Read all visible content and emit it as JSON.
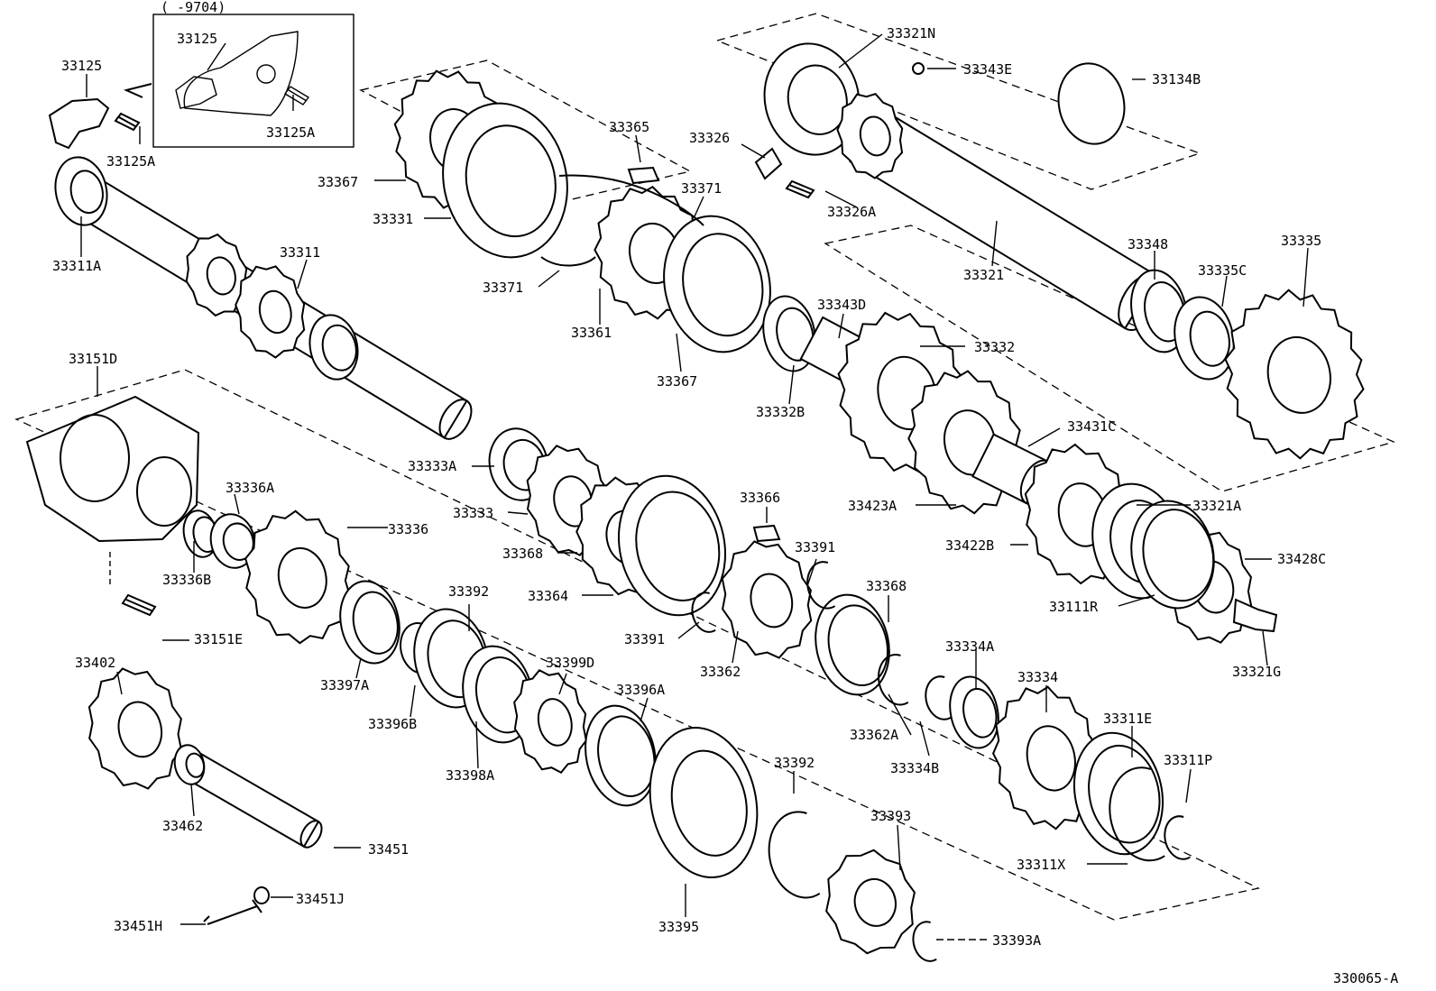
{
  "header_note": "(     -9704)",
  "figure_code": "330065-A",
  "labels": [
    {
      "id": "p33125a",
      "text": "33125"
    },
    {
      "id": "p33125b",
      "text": "33125"
    },
    {
      "id": "p33125A_inset",
      "text": "33125A"
    },
    {
      "id": "p33125A",
      "text": "33125A"
    },
    {
      "id": "p33311A",
      "text": "33311A"
    },
    {
      "id": "p33311",
      "text": "33311"
    },
    {
      "id": "p33367a",
      "text": "33367"
    },
    {
      "id": "p33331",
      "text": "33331"
    },
    {
      "id": "p33365",
      "text": "33365"
    },
    {
      "id": "p33371a",
      "text": "33371"
    },
    {
      "id": "p33371b",
      "text": "33371"
    },
    {
      "id": "p33361",
      "text": "33361"
    },
    {
      "id": "p33367b",
      "text": "33367"
    },
    {
      "id": "p33326",
      "text": "33326"
    },
    {
      "id": "p33326A",
      "text": "33326A"
    },
    {
      "id": "p33321N",
      "text": "33321N"
    },
    {
      "id": "p33343E",
      "text": "33343E"
    },
    {
      "id": "p33134B",
      "text": "33134B"
    },
    {
      "id": "p33321",
      "text": "33321"
    },
    {
      "id": "p33348",
      "text": "33348"
    },
    {
      "id": "p33335C",
      "text": "33335C"
    },
    {
      "id": "p33335",
      "text": "33335"
    },
    {
      "id": "p33343D",
      "text": "33343D"
    },
    {
      "id": "p33332",
      "text": "33332"
    },
    {
      "id": "p33332B",
      "text": "33332B"
    },
    {
      "id": "p33431C",
      "text": "33431C"
    },
    {
      "id": "p33423A",
      "text": "33423A"
    },
    {
      "id": "p33321A",
      "text": "33321A"
    },
    {
      "id": "p33422B",
      "text": "33422B"
    },
    {
      "id": "p33428C",
      "text": "33428C"
    },
    {
      "id": "p33111R",
      "text": "33111R"
    },
    {
      "id": "p33321G",
      "text": "33321G"
    },
    {
      "id": "p33151D",
      "text": "33151D"
    },
    {
      "id": "p33333A",
      "text": "33333A"
    },
    {
      "id": "p33333",
      "text": "33333"
    },
    {
      "id": "p33368a",
      "text": "33368"
    },
    {
      "id": "p33364",
      "text": "33364"
    },
    {
      "id": "p33366",
      "text": "33366"
    },
    {
      "id": "p33391a",
      "text": "33391"
    },
    {
      "id": "p33391b",
      "text": "33391"
    },
    {
      "id": "p33362",
      "text": "33362"
    },
    {
      "id": "p33368b",
      "text": "33368"
    },
    {
      "id": "p33362A",
      "text": "33362A"
    },
    {
      "id": "p33336A",
      "text": "33336A"
    },
    {
      "id": "p33336",
      "text": "33336"
    },
    {
      "id": "p33336B",
      "text": "33336B"
    },
    {
      "id": "p33151E",
      "text": "33151E"
    },
    {
      "id": "p33392a",
      "text": "33392"
    },
    {
      "id": "p33397A",
      "text": "33397A"
    },
    {
      "id": "p33396B",
      "text": "33396B"
    },
    {
      "id": "p33399D",
      "text": "33399D"
    },
    {
      "id": "p33398A",
      "text": "33398A"
    },
    {
      "id": "p33396A",
      "text": "33396A"
    },
    {
      "id": "p33402",
      "text": "33402"
    },
    {
      "id": "p33462",
      "text": "33462"
    },
    {
      "id": "p33451",
      "text": "33451"
    },
    {
      "id": "p33451J",
      "text": "33451J"
    },
    {
      "id": "p33451H",
      "text": "33451H"
    },
    {
      "id": "p33395",
      "text": "33395"
    },
    {
      "id": "p33392b",
      "text": "33392"
    },
    {
      "id": "p33393",
      "text": "33393"
    },
    {
      "id": "p33393A",
      "text": "33393A"
    },
    {
      "id": "p33334A",
      "text": "33334A"
    },
    {
      "id": "p33334",
      "text": "33334"
    },
    {
      "id": "p33334B",
      "text": "33334B"
    },
    {
      "id": "p33311E",
      "text": "33311E"
    },
    {
      "id": "p33311P",
      "text": "33311P"
    },
    {
      "id": "p33311X",
      "text": "33311X"
    }
  ]
}
